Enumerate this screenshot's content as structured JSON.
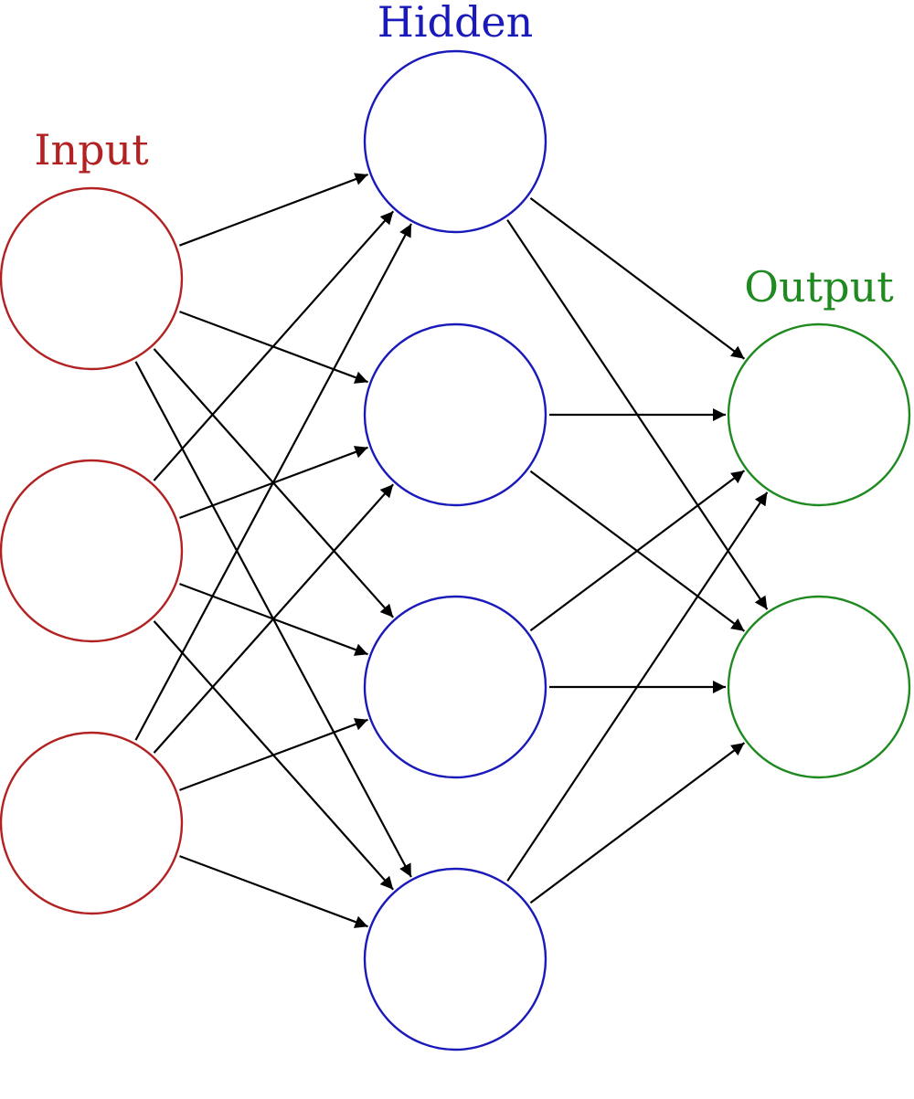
{
  "diagram": {
    "type": "feedforward-neural-network",
    "layers": [
      {
        "id": "input",
        "label": "Input",
        "color": "#b22222",
        "nodes": 3
      },
      {
        "id": "hidden",
        "label": "Hidden",
        "color": "#1a1aba",
        "nodes": 4
      },
      {
        "id": "output",
        "label": "Output",
        "color": "#1f8a1f",
        "nodes": 2
      }
    ],
    "connections": "fully-connected",
    "edge_color": "#000000",
    "arrowheads": true
  }
}
